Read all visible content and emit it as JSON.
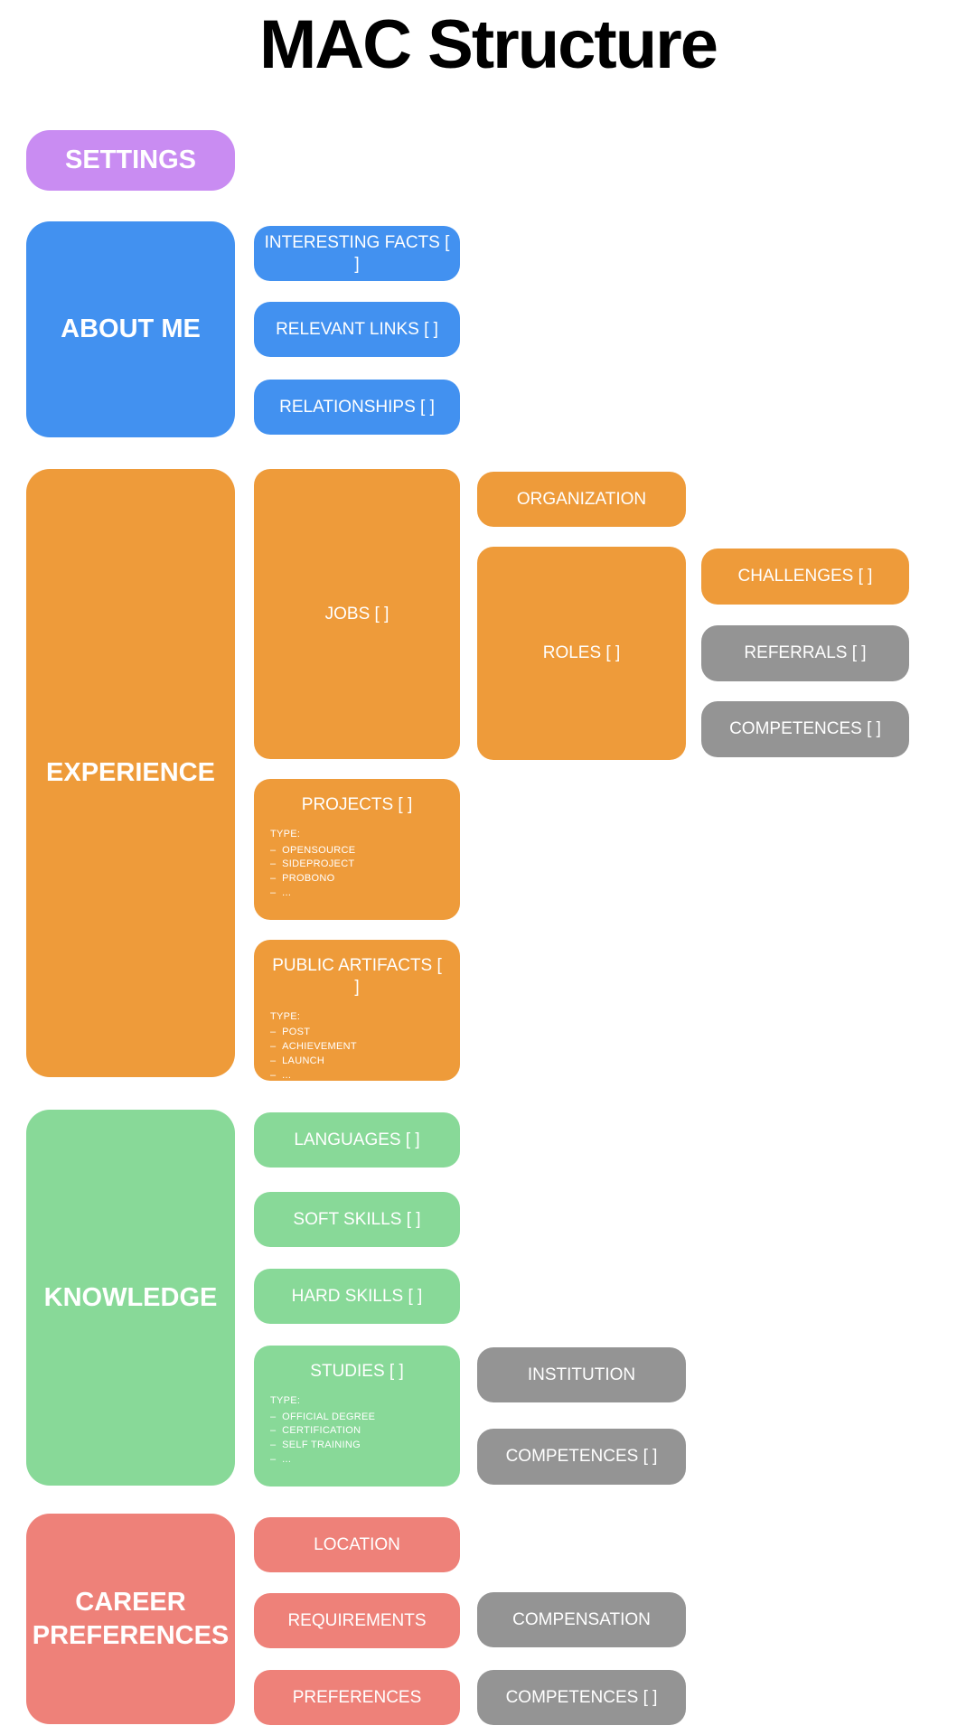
{
  "title": "MAC Structure",
  "colors": {
    "purple": "#c98cf2",
    "blue": "#4291f0",
    "orange": "#ee9b3a",
    "green": "#88d998",
    "red": "#ee8179",
    "gray": "#949494"
  },
  "settings": {
    "label": "SETTINGS"
  },
  "about_me": {
    "label": "ABOUT ME",
    "interesting_facts": "INTERESTING FACTS [ ]",
    "relevant_links": "RELEVANT LINKS [ ]",
    "relationships": "RELATIONSHIPS [ ]"
  },
  "experience": {
    "label": "EXPERIENCE",
    "jobs": {
      "label": "JOBS [ ]"
    },
    "organization": {
      "label": "ORGANIZATION"
    },
    "roles": {
      "label": "ROLES [ ]"
    },
    "challenges": {
      "label": "CHALLENGES [ ]"
    },
    "referrals": {
      "label": "REFERRALS [ ]"
    },
    "competences": {
      "label": "COMPETENCES [ ]"
    },
    "projects": {
      "label": "PROJECTS [ ]",
      "type_heading": "TYPE:",
      "types": [
        "OPENSOURCE",
        "SIDEPROJECT",
        "PROBONO",
        "..."
      ]
    },
    "public_artifacts": {
      "label": "PUBLIC ARTIFACTS [ ]",
      "type_heading": "TYPE:",
      "types": [
        "POST",
        "ACHIEVEMENT",
        "LAUNCH",
        "..."
      ]
    }
  },
  "knowledge": {
    "label": "KNOWLEDGE",
    "languages": {
      "label": "LANGUAGES [ ]"
    },
    "soft_skills": {
      "label": "SOFT SKILLS [ ]"
    },
    "hard_skills": {
      "label": "HARD SKILLS [ ]"
    },
    "studies": {
      "label": "STUDIES [ ]",
      "type_heading": "TYPE:",
      "types": [
        "OFFICIAL DEGREE",
        "CERTIFICATION",
        "SELF TRAINING",
        "..."
      ]
    },
    "institution": {
      "label": "INSTITUTION"
    },
    "competences": {
      "label": "COMPETENCES [ ]"
    }
  },
  "career_preferences": {
    "label": "CAREER PREFERENCES",
    "location": {
      "label": "LOCATION"
    },
    "requirements": {
      "label": "REQUIREMENTS"
    },
    "preferences": {
      "label": "PREFERENCES"
    },
    "compensation": {
      "label": "COMPENSATION"
    },
    "competences": {
      "label": "COMPETENCES [ ]"
    }
  }
}
